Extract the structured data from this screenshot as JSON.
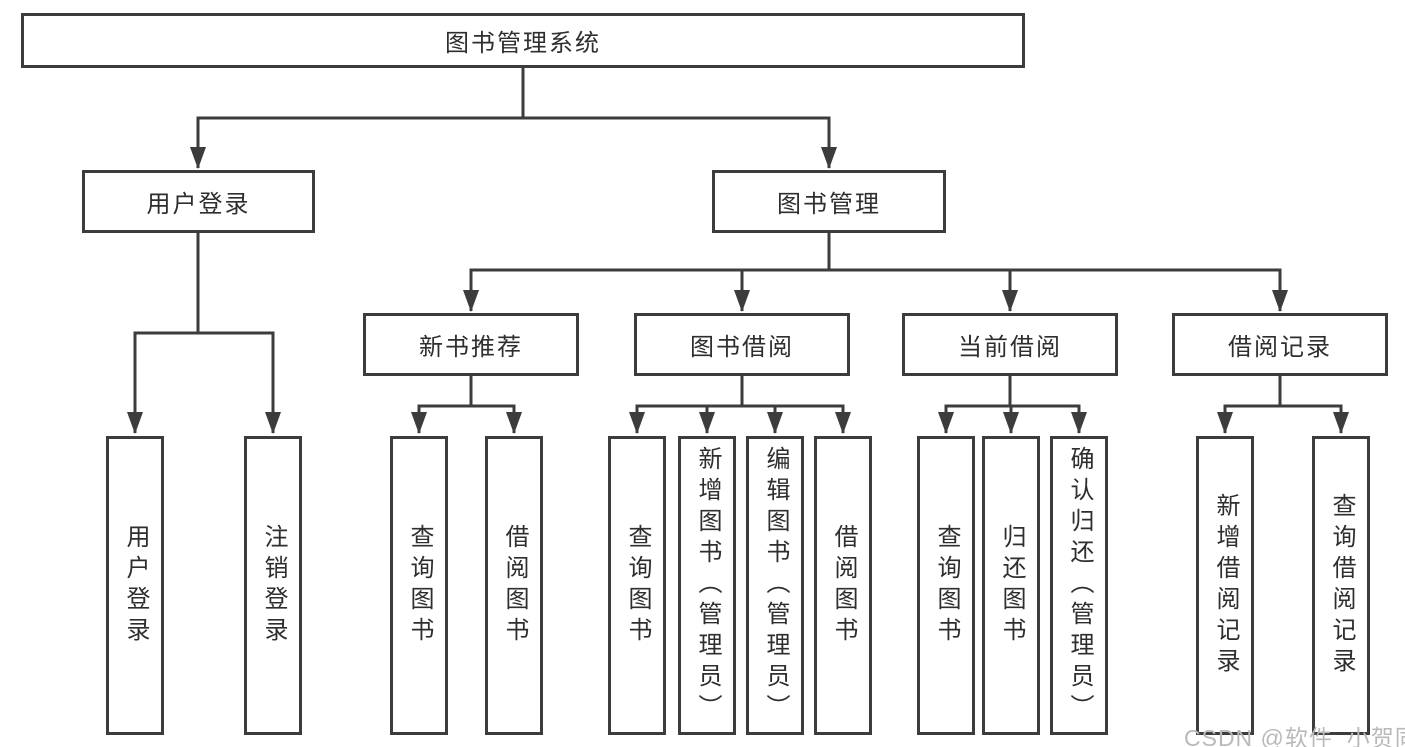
{
  "diagram": {
    "root": {
      "label": "图书管理系统"
    },
    "level2": [
      {
        "label": "用户登录"
      },
      {
        "label": "图书管理"
      }
    ],
    "level3": [
      {
        "label": "新书推荐"
      },
      {
        "label": "图书借阅"
      },
      {
        "label": "当前借阅"
      },
      {
        "label": "借阅记录"
      }
    ],
    "leaves": {
      "user_login": [
        {
          "label": "用户登录"
        },
        {
          "label": "注销登录"
        }
      ],
      "new_book_recommend": [
        {
          "label": "查询图书"
        },
        {
          "label": "借阅图书"
        }
      ],
      "book_borrow": [
        {
          "label": "查询图书"
        },
        {
          "label": "新增图书（管理员）"
        },
        {
          "label": "编辑图书（管理员）"
        },
        {
          "label": "借阅图书"
        }
      ],
      "current_borrow": [
        {
          "label": "查询图书"
        },
        {
          "label": "归还图书"
        },
        {
          "label": "确认归还（管理员）"
        }
      ],
      "borrow_records": [
        {
          "label": "新增借阅记录"
        },
        {
          "label": "查询借阅记录"
        }
      ]
    }
  },
  "watermark": {
    "text": "CSDN @软件_小贺同学"
  },
  "colors": {
    "line": "#3c3c3c",
    "text": "#2e2e2e",
    "watermark": "#b9b9b9",
    "background": "#ffffff"
  }
}
